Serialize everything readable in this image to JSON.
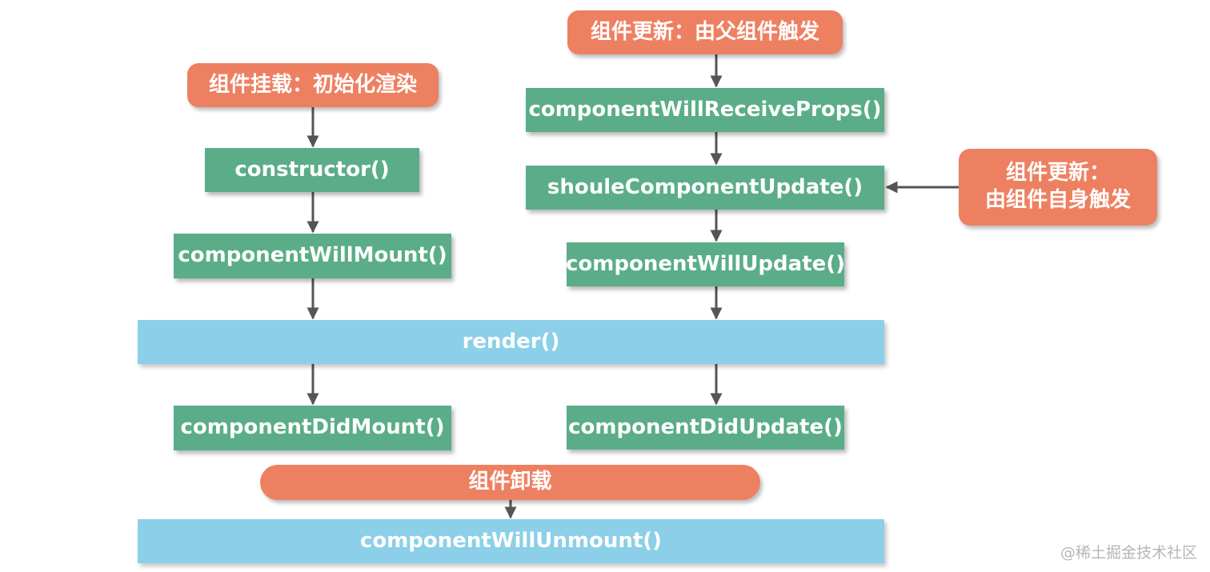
{
  "mount": {
    "trigger": "组件挂载：初始化渲染",
    "constructor": "constructor()",
    "will_mount": "componentWillMount()",
    "did_mount": "componentDidMount()"
  },
  "update": {
    "trigger_parent": "组件更新：由父组件触发",
    "will_receive_props": "componentWillReceiveProps()",
    "should_update": "shouleComponentUpdate()",
    "trigger_self_line1": "组件更新：",
    "trigger_self_line2": "由组件自身触发",
    "will_update": "componentWillUpdate()",
    "did_update": "componentDidUpdate()"
  },
  "render": "render()",
  "unmount": {
    "trigger": "组件卸载",
    "will_unmount": "componentWillUnmount()"
  },
  "watermark": "@稀土掘金技术社区",
  "colors": {
    "lifecycle_method": "#5aad88",
    "render_box": "#8ccfe8",
    "trigger": "#ee8062",
    "arrow": "#555555"
  }
}
